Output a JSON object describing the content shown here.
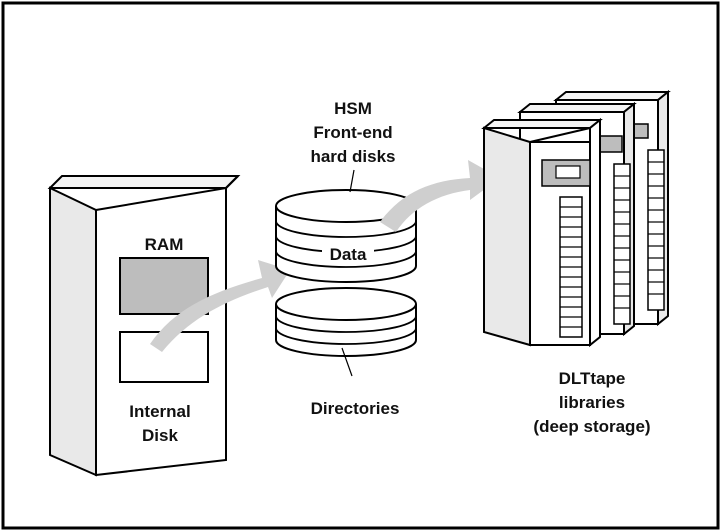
{
  "diagram": {
    "server": {
      "ram_label": "RAM",
      "disk_label_line1": "Internal",
      "disk_label_line2": "Disk"
    },
    "hsm": {
      "title_line1": "HSM",
      "title_line2": "Front-end",
      "title_line3": "hard disks",
      "data_label": "Data",
      "directories_label": "Directories"
    },
    "libraries": {
      "label_line1": "DLTtape",
      "label_line2": "libraries",
      "label_line3": "(deep storage)"
    }
  },
  "colors": {
    "arrow": "#cfcfcf",
    "ram_box": "#bdbdbd",
    "outline": "#000000",
    "side_panel": "#e9e9e9"
  }
}
